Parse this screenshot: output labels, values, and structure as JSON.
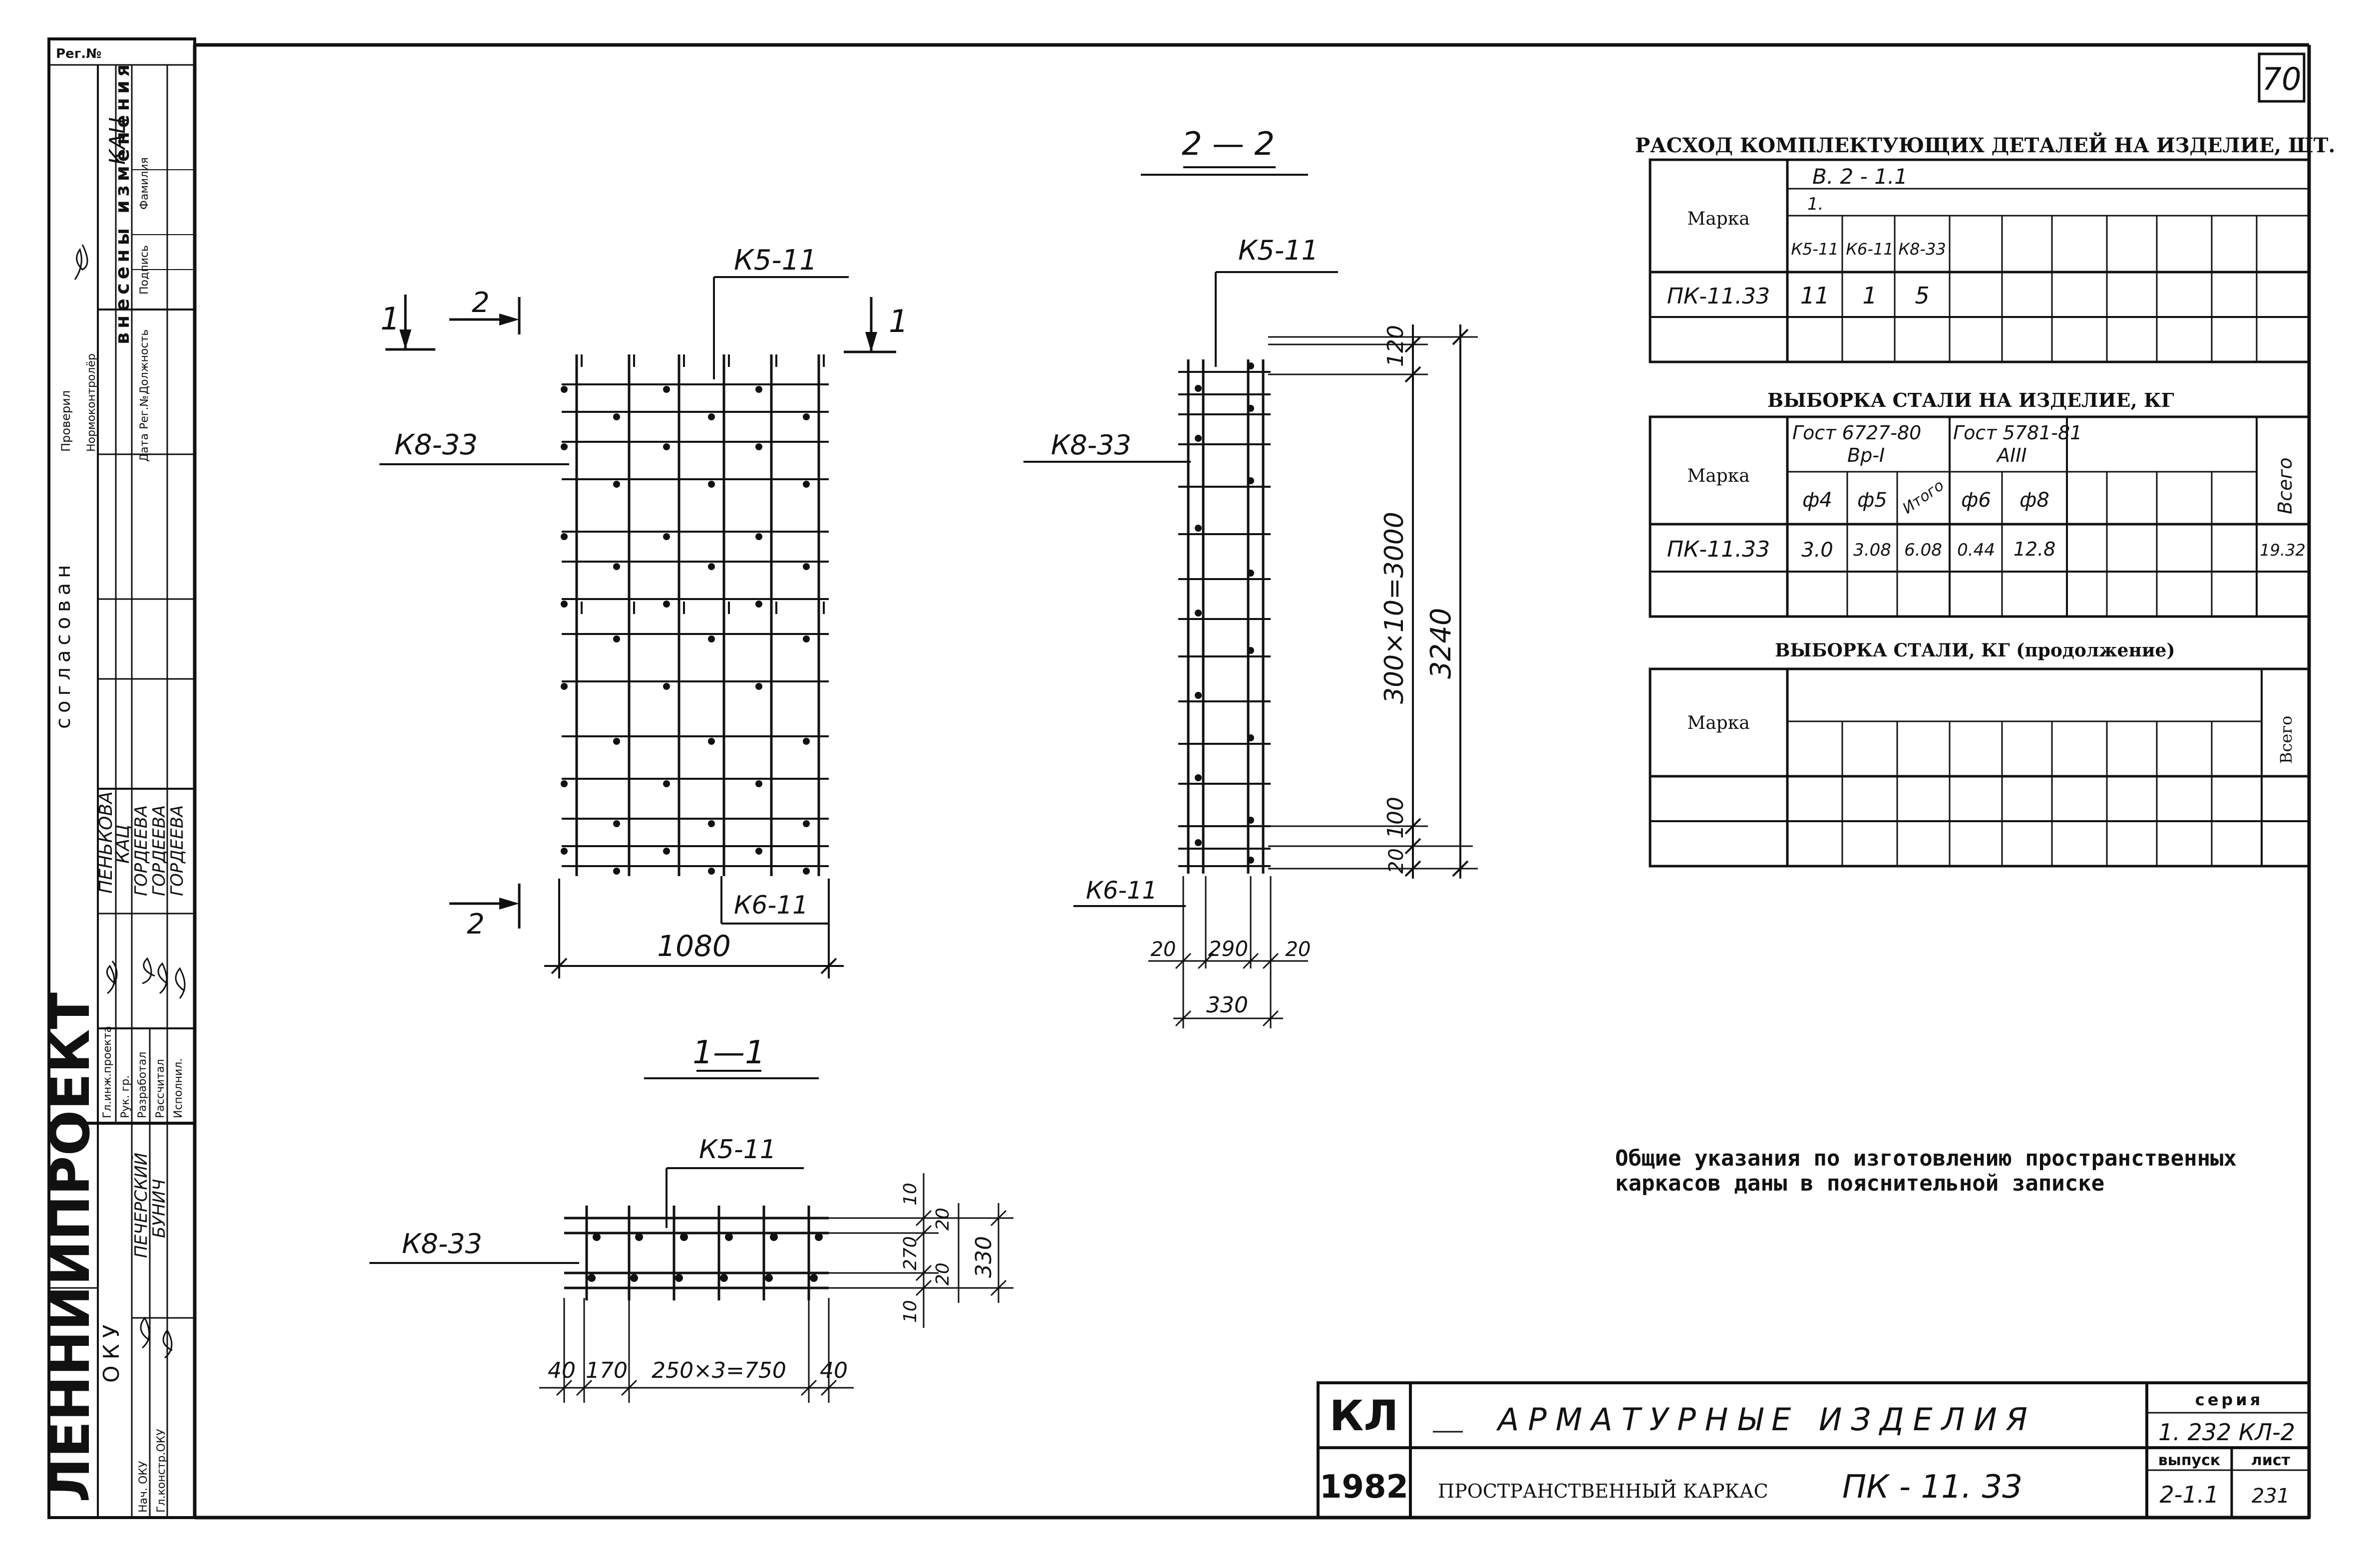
{
  "sheet": {
    "number": "70"
  },
  "stamp": {
    "org": "ЛЕННИИПРОЕКТ",
    "oku": "ОКУ",
    "reg_no": "Рег.№",
    "changes_title": "внесены изменения",
    "agreed_title": "согласован",
    "checked": "Проверил",
    "norm_control": "Нормоконтролёр",
    "cols": [
      "Дата",
      "Рег.№",
      "Должность",
      "Подпись",
      "Фамилия"
    ],
    "chief_engineer": "Гл.инж.проекта",
    "group_head": "Рук. гр.",
    "developed": "Разработал",
    "calculated": "Рассчитал",
    "executor": "Исполнил.",
    "head_oku": "Нач. ОКУ",
    "chief_constructor": "Гл.констр.ОКУ",
    "name_1": "ПЕНЬКОВА",
    "name_2": "КАЦ",
    "name_3": "ГОРДЕЕВА",
    "name_4": "ГОРДЕЕВА",
    "name_5": "ГОРДЕЕВА",
    "name_6": "ПЕЧЕРСКИЙ",
    "name_7": "БУНИЧ",
    "top_name": "КАЦ"
  },
  "section_22": {
    "title": "2 — 2",
    "k5": "К5-11",
    "k8": "К8-33",
    "k6": "К6-11",
    "dim_120": "120",
    "dim_300x10": "300×10=3000",
    "dim_3240": "3240",
    "dim_100": "100",
    "dim_20": "20",
    "dim_20a": "20",
    "dim_290": "290",
    "dim_20b": "20",
    "dim_330": "330"
  },
  "front_view": {
    "k5": "К5-11",
    "k8": "К8-33",
    "k6": "К6-11",
    "cut_1a": "1",
    "cut_1b": "1",
    "cut_2a": "2",
    "cut_2b": "2",
    "dim_1080": "1080"
  },
  "section_11": {
    "title": "1—1",
    "k5": "К5-11",
    "k8": "К8-33",
    "dim_40a": "40",
    "dim_170": "170",
    "dim_250": "250×3=750",
    "dim_40b": "40",
    "dim_10a": "10",
    "dim_20a": "20",
    "dim_270": "270",
    "dim_20b": "20",
    "dim_10b": "10",
    "dim_330": "330"
  },
  "table_parts": {
    "title": "РАСХОД КОМПЛЕКТУЮЩИХ ДЕТАЛЕЙ НА ИЗДЕЛИЕ, ШТ.",
    "marka": "Марка",
    "series": "В. 2 - 1.1",
    "group": "1.",
    "cols": [
      "К5-11",
      "К6-11",
      "К8-33"
    ],
    "row_mark": "ПК-11.33",
    "values": [
      "11",
      "1",
      "5"
    ]
  },
  "table_steel": {
    "title": "ВЫБОРКА СТАЛИ НА ИЗДЕЛИЕ, КГ",
    "marka": "Марка",
    "gost1": "Гост 6727-80",
    "gost1_class": "Вр-I",
    "gost2": "Гост 5781-81",
    "gost2_class": "АIII",
    "d4": "ф4",
    "d5": "ф5",
    "itogo": "Итого",
    "d6": "ф6",
    "d8": "ф8",
    "vsego": "Всего",
    "row_mark": "ПК-11.33",
    "values": [
      "3.0",
      "3.08",
      "6.08",
      "0.44",
      "12.8"
    ],
    "total": "19.32"
  },
  "table_steel_cont": {
    "title": "ВЫБОРКА СТАЛИ, КГ (продолжение)",
    "marka": "Марка",
    "vsego": "Всего"
  },
  "note": {
    "line1": "Общие указания по изготовлению пространственных",
    "line2": "каркасов даны в пояснительной записке"
  },
  "title_block": {
    "kl": "КЛ",
    "year": "1982",
    "product": "АРМАТУРНЫЕ ИЗДЕЛИЯ",
    "caption": "ПРОСТРАНСТВЕННЫЙ КАРКАС",
    "mark": "ПК - 11. 33",
    "series_label": "серия",
    "series_value": "1. 232 КЛ-2",
    "issue_label": "выпуск",
    "issue_value": "2-1.1",
    "sheet_label": "лист",
    "sheet_value": "231"
  }
}
